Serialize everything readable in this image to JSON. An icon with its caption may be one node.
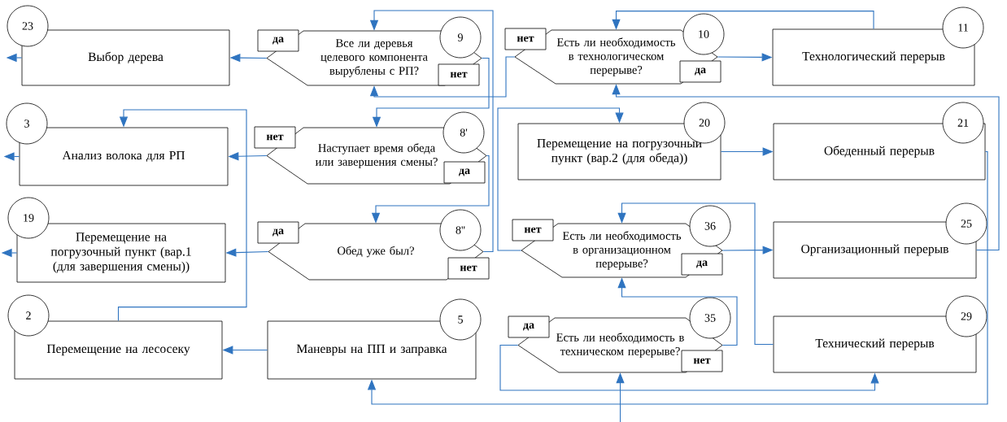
{
  "diagram": {
    "nodes": [
      {
        "text": [
          "23",
          "Выбор дерева"
        ]
      },
      {
        "text": [
          "9",
          "Все ли деревья целевого компонента вырублены с РП?"
        ]
      },
      {
        "text": [
          "10",
          "Есть ли необходимость в технологическом перерыве?"
        ]
      },
      {
        "text": [
          "11",
          "Технологический перерыв"
        ]
      },
      {
        "text": [
          "3",
          "Анализ волока для РП"
        ]
      },
      {
        "text": [
          "8'",
          "Наступает время обеда или завершения смены?"
        ]
      },
      {
        "text": [
          "20",
          "Перемещение на погрузочный пункт (вар.2 (для обеда))"
        ]
      },
      {
        "text": [
          "21",
          "Обеденный перерыв"
        ]
      },
      {
        "text": [
          "19",
          "Перемещение на погрузочный пункт (вар.1 (для завершения смены))"
        ]
      },
      {
        "text": [
          "8''",
          "Обед уже был?"
        ]
      },
      {
        "text": [
          "36",
          "Есть ли необходимость в организационном перерыве?"
        ]
      },
      {
        "text": [
          "25",
          "Организационный перерыв"
        ]
      },
      {
        "text": [
          "2",
          "Перемещение на лесосеку"
        ]
      },
      {
        "text": [
          "5",
          "Маневры на ПП и заправка"
        ]
      },
      {
        "text": [
          "35",
          "Есть ли необходимость в техническом перерыве?"
        ]
      },
      {
        "text": [
          "29",
          "Технический перерыв"
        ]
      }
    ],
    "edges": [
      {
        "from": 1,
        "to": 0,
        "arrow": "to",
        "label": "да"
      },
      {
        "from": 1,
        "to": 5,
        "arrow": "to",
        "label": "нет"
      },
      {
        "from": 5,
        "to": 4,
        "arrow": "to",
        "label": "нет"
      },
      {
        "from": 5,
        "to": 9,
        "arrow": "to",
        "label": "да"
      },
      {
        "from": 9,
        "to": 8,
        "arrow": "to",
        "label": "да"
      },
      {
        "from": 9,
        "to": 1,
        "arrow": "to",
        "label": "нет"
      },
      {
        "from": 2,
        "to": 1,
        "arrow": "to",
        "label": "нет"
      },
      {
        "from": 2,
        "to": 3,
        "arrow": "to",
        "label": "да"
      },
      {
        "from": 3,
        "to": 2,
        "arrow": "to"
      },
      {
        "from": 6,
        "to": 7,
        "arrow": "to"
      },
      {
        "from": 10,
        "to": 6,
        "arrow": "to",
        "label": "нет"
      },
      {
        "from": 10,
        "to": 11,
        "arrow": "to",
        "label": "да"
      },
      {
        "from": 15,
        "to": 10,
        "arrow": "to"
      },
      {
        "from": 14,
        "to": 10,
        "arrow": "to",
        "label": "нет"
      },
      {
        "from": 14,
        "to": 15,
        "arrow": "to",
        "label": "да"
      },
      {
        "from": 7,
        "to": 13,
        "arrow": "to"
      },
      {
        "from": 11,
        "to": 2,
        "arrow": "to"
      },
      {
        "from": 13,
        "to": 12,
        "arrow": "to"
      },
      {
        "from": 12,
        "to": 4,
        "arrow": "to"
      },
      {
        "from": 0,
        "to": null,
        "arrow": "to"
      },
      {
        "from": 4,
        "to": null,
        "arrow": "to"
      },
      {
        "from": 8,
        "to": null,
        "arrow": "to"
      },
      {
        "from": null,
        "to": 14,
        "arrow": "to"
      }
    ]
  }
}
